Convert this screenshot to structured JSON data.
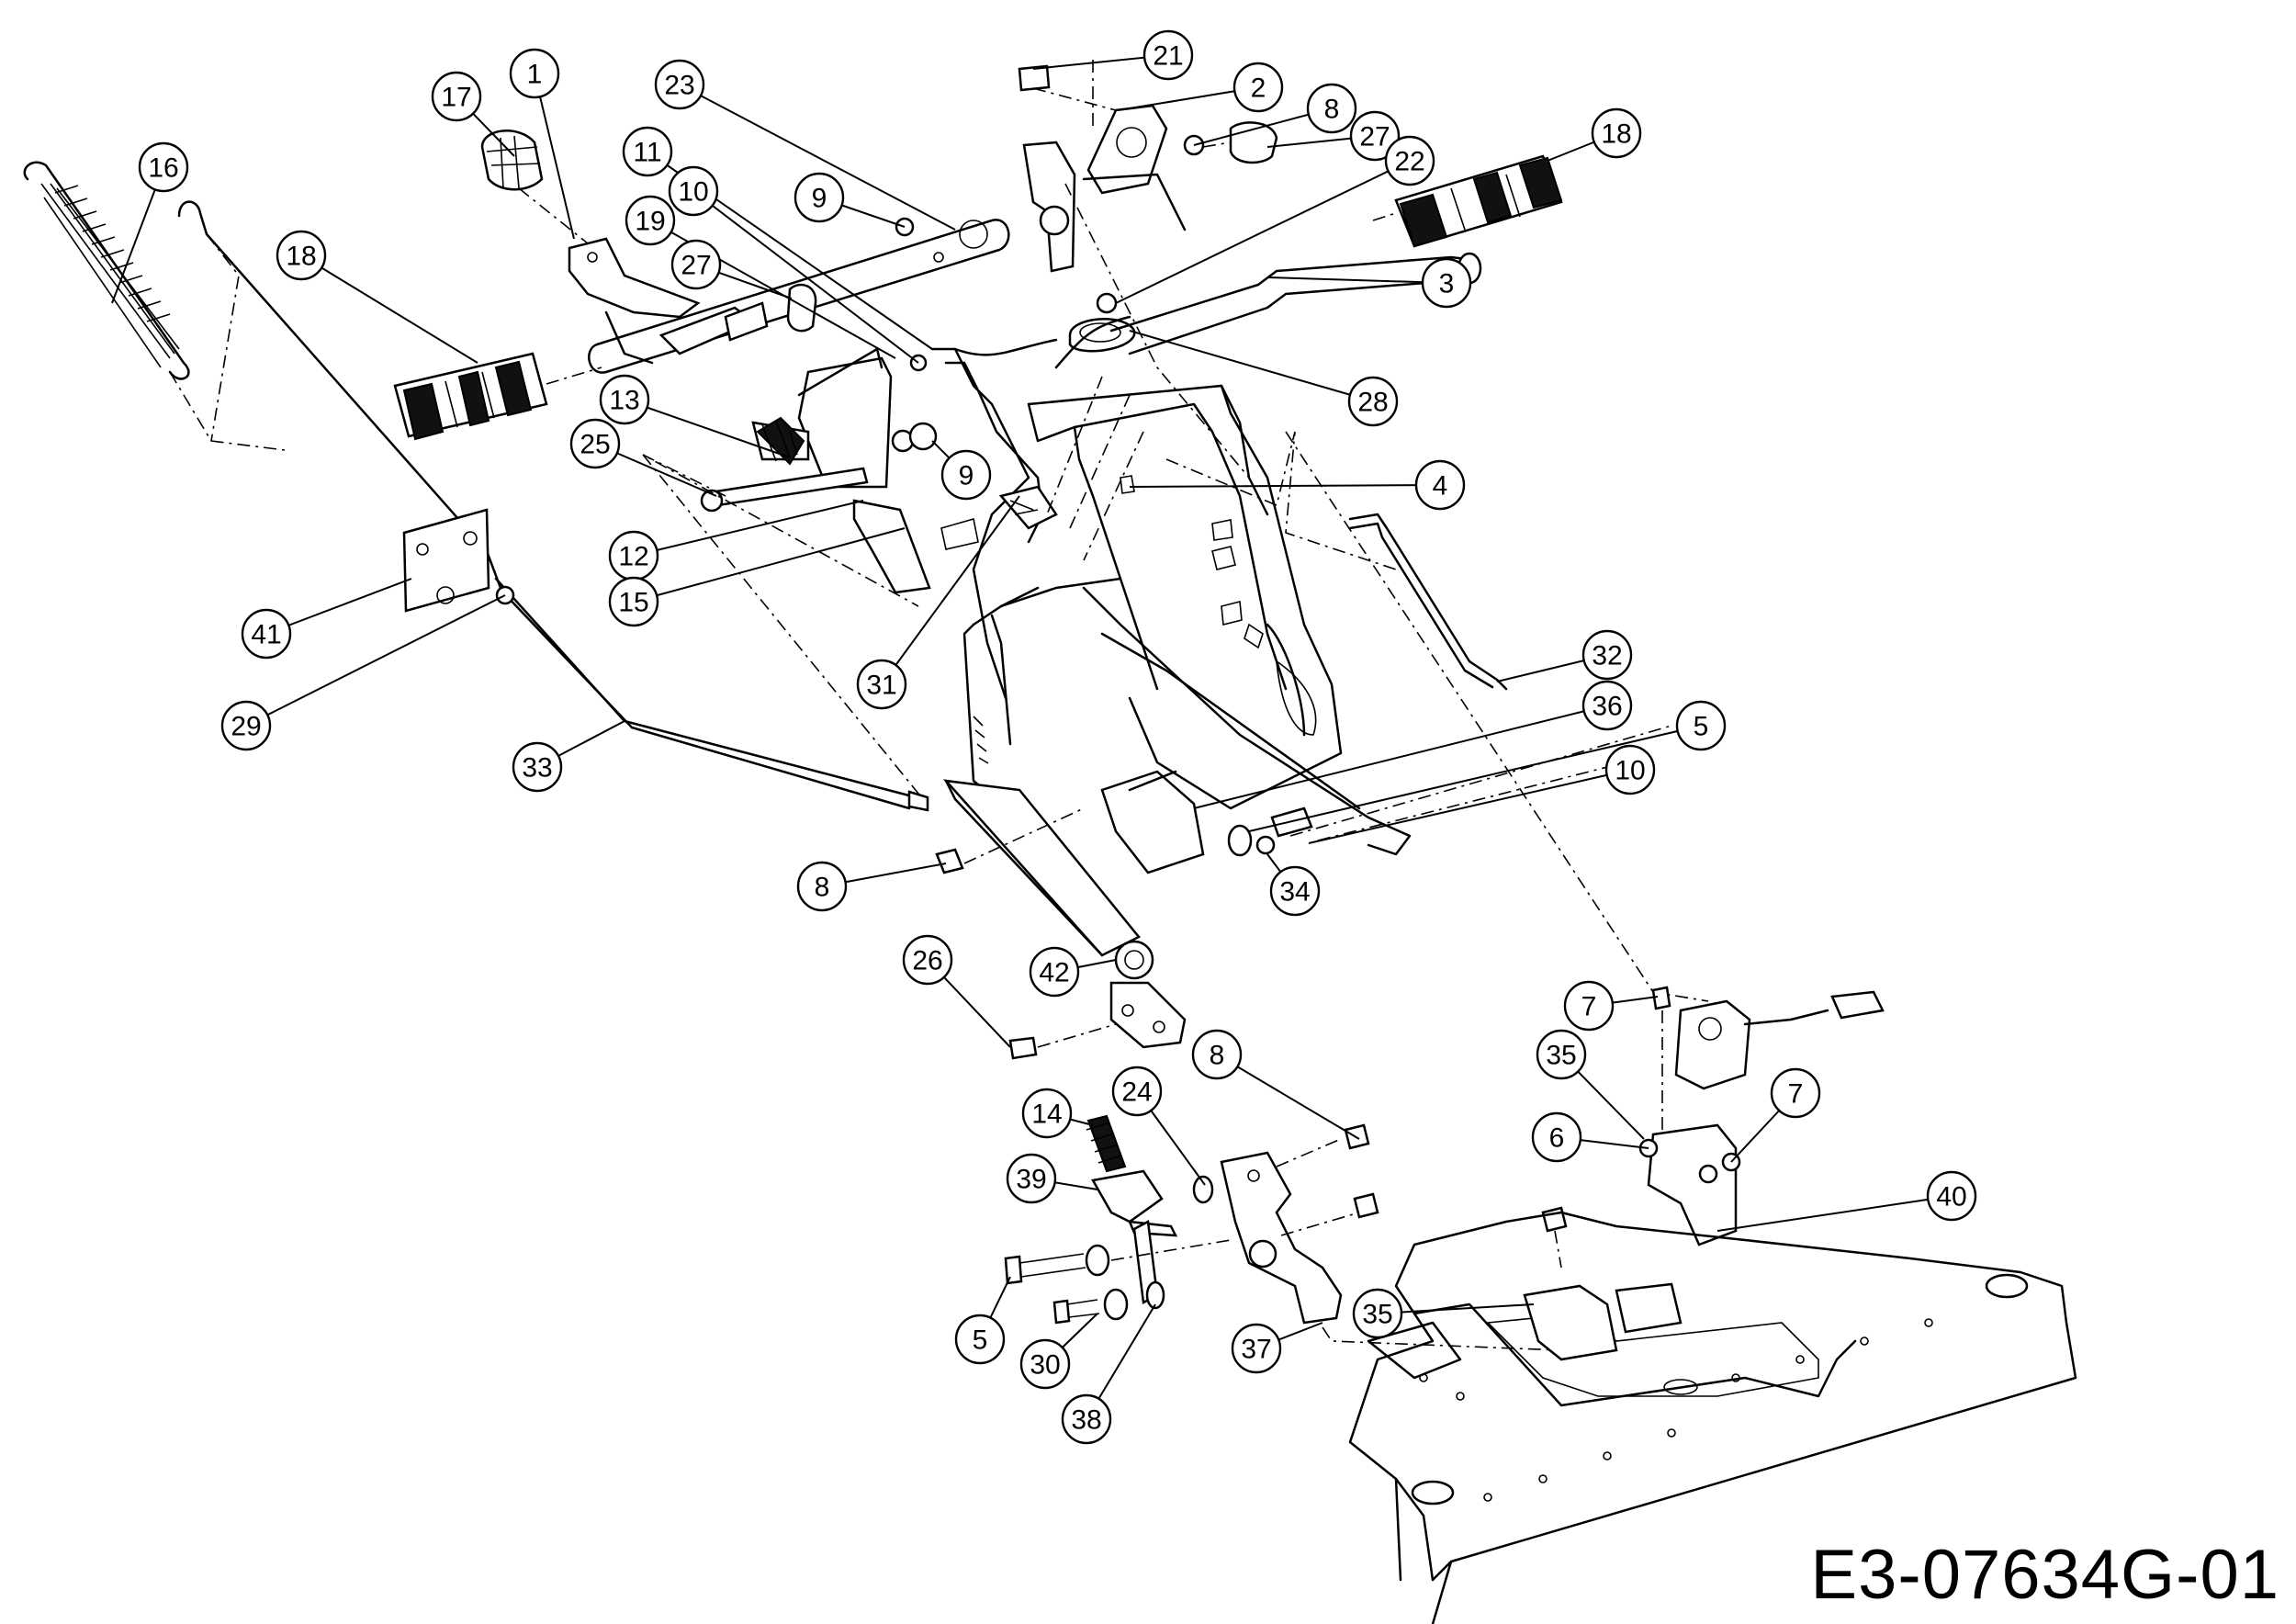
{
  "diagram": {
    "reference_code": "E3-07634G-01",
    "callouts": [
      {
        "num": "1"
      },
      {
        "num": "17"
      },
      {
        "num": "16"
      },
      {
        "num": "18"
      },
      {
        "num": "23"
      },
      {
        "num": "11"
      },
      {
        "num": "10"
      },
      {
        "num": "9"
      },
      {
        "num": "19"
      },
      {
        "num": "27"
      },
      {
        "num": "13"
      },
      {
        "num": "25"
      },
      {
        "num": "12"
      },
      {
        "num": "15"
      },
      {
        "num": "41"
      },
      {
        "num": "29"
      },
      {
        "num": "33"
      },
      {
        "num": "31"
      },
      {
        "num": "9"
      },
      {
        "num": "21"
      },
      {
        "num": "2"
      },
      {
        "num": "8"
      },
      {
        "num": "27"
      },
      {
        "num": "22"
      },
      {
        "num": "18"
      },
      {
        "num": "3"
      },
      {
        "num": "28"
      },
      {
        "num": "4"
      },
      {
        "num": "32"
      },
      {
        "num": "36"
      },
      {
        "num": "5"
      },
      {
        "num": "10"
      },
      {
        "num": "34"
      },
      {
        "num": "8"
      },
      {
        "num": "26"
      },
      {
        "num": "42"
      },
      {
        "num": "8"
      },
      {
        "num": "24"
      },
      {
        "num": "14"
      },
      {
        "num": "39"
      },
      {
        "num": "5"
      },
      {
        "num": "30"
      },
      {
        "num": "38"
      },
      {
        "num": "37"
      },
      {
        "num": "35"
      },
      {
        "num": "7"
      },
      {
        "num": "35"
      },
      {
        "num": "6"
      },
      {
        "num": "7"
      },
      {
        "num": "40"
      }
    ]
  }
}
